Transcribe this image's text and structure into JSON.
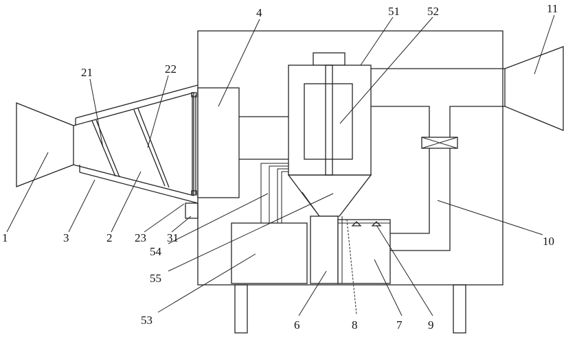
{
  "labels": {
    "l1": "1",
    "l2": "2",
    "l3": "3",
    "l4": "4",
    "l6": "6",
    "l7": "7",
    "l8": "8",
    "l9": "9",
    "l10": "10",
    "l11": "11",
    "l21": "21",
    "l22": "22",
    "l23": "23",
    "l31": "31",
    "l51": "51",
    "l52": "52",
    "l53": "53",
    "l54": "54",
    "l55": "55"
  }
}
